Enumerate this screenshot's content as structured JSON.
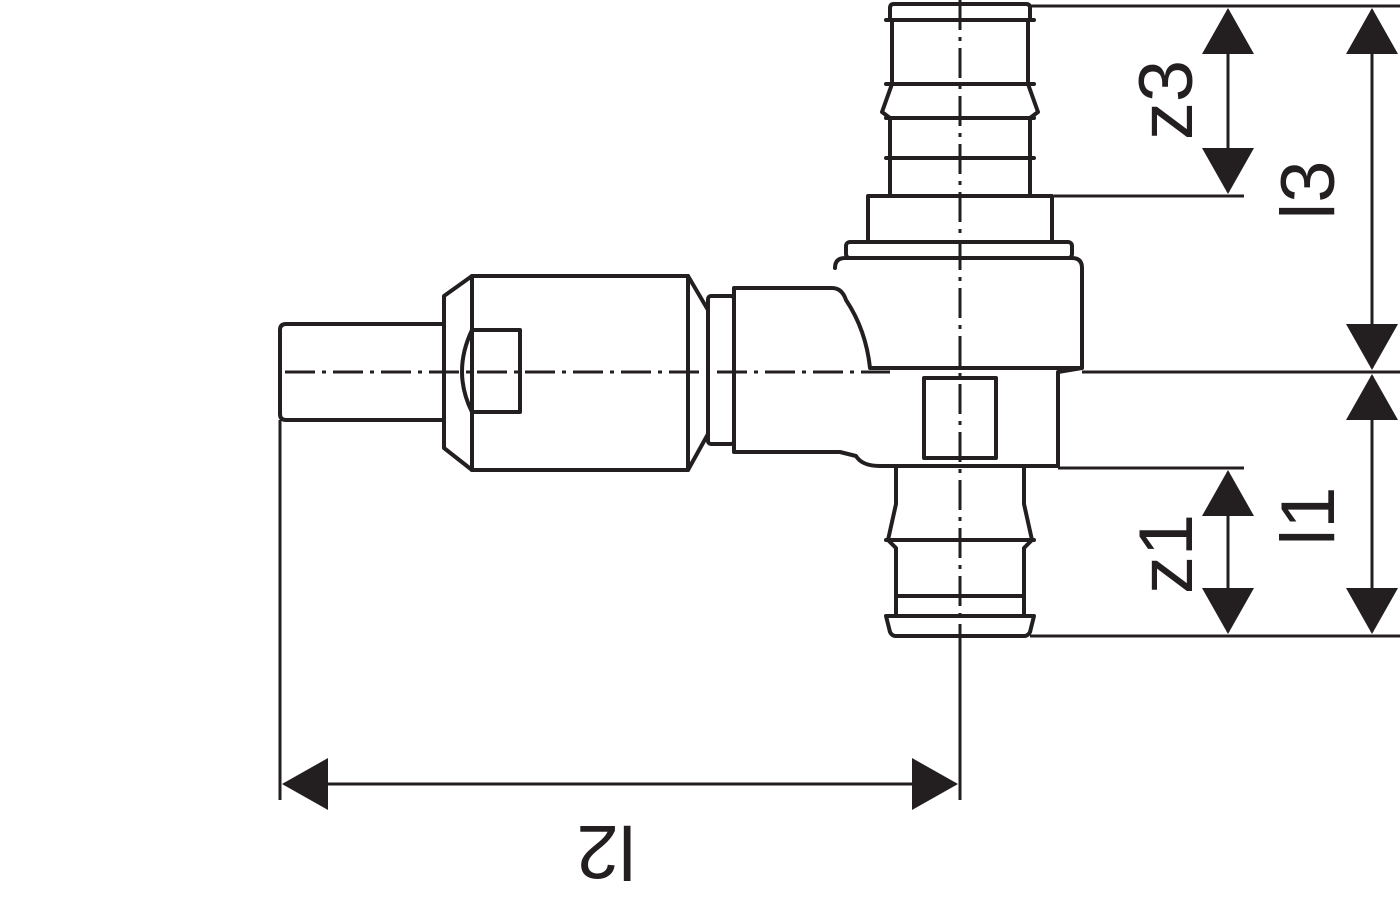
{
  "drawing": {
    "subject": "tee-fitting",
    "dimensions": {
      "z3": "z3",
      "l3": "l3",
      "z1": "z1",
      "l1": "l1",
      "l2": "l2"
    }
  }
}
